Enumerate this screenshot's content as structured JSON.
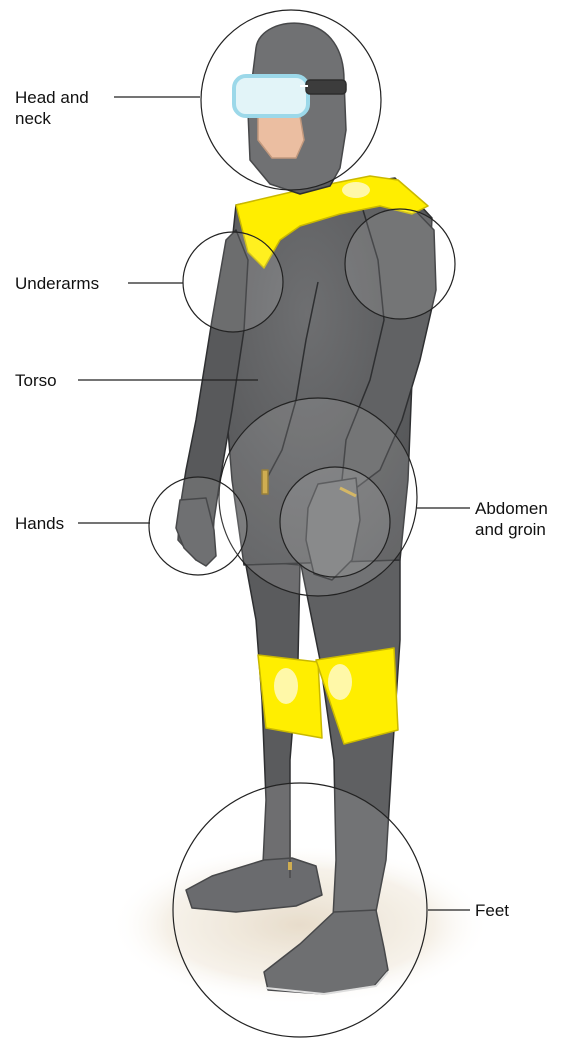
{
  "labels": {
    "head_neck": {
      "line1": "Head and",
      "line2": "neck"
    },
    "underarms": "Underarms",
    "torso": "Torso",
    "hands": "Hands",
    "abdomen_groin": {
      "line1": "Abdomen",
      "line2": "and groin"
    },
    "feet": "Feet"
  },
  "colors": {
    "suit": "#5c5d5f",
    "suit_dark": "#3f4042",
    "highlight": "#ffee00",
    "skin": "#e9b694",
    "mask_frame": "#8fd3e6",
    "zipper": "#c9a23a",
    "ground": "#e6dccb",
    "circle_stroke": "#222222"
  }
}
